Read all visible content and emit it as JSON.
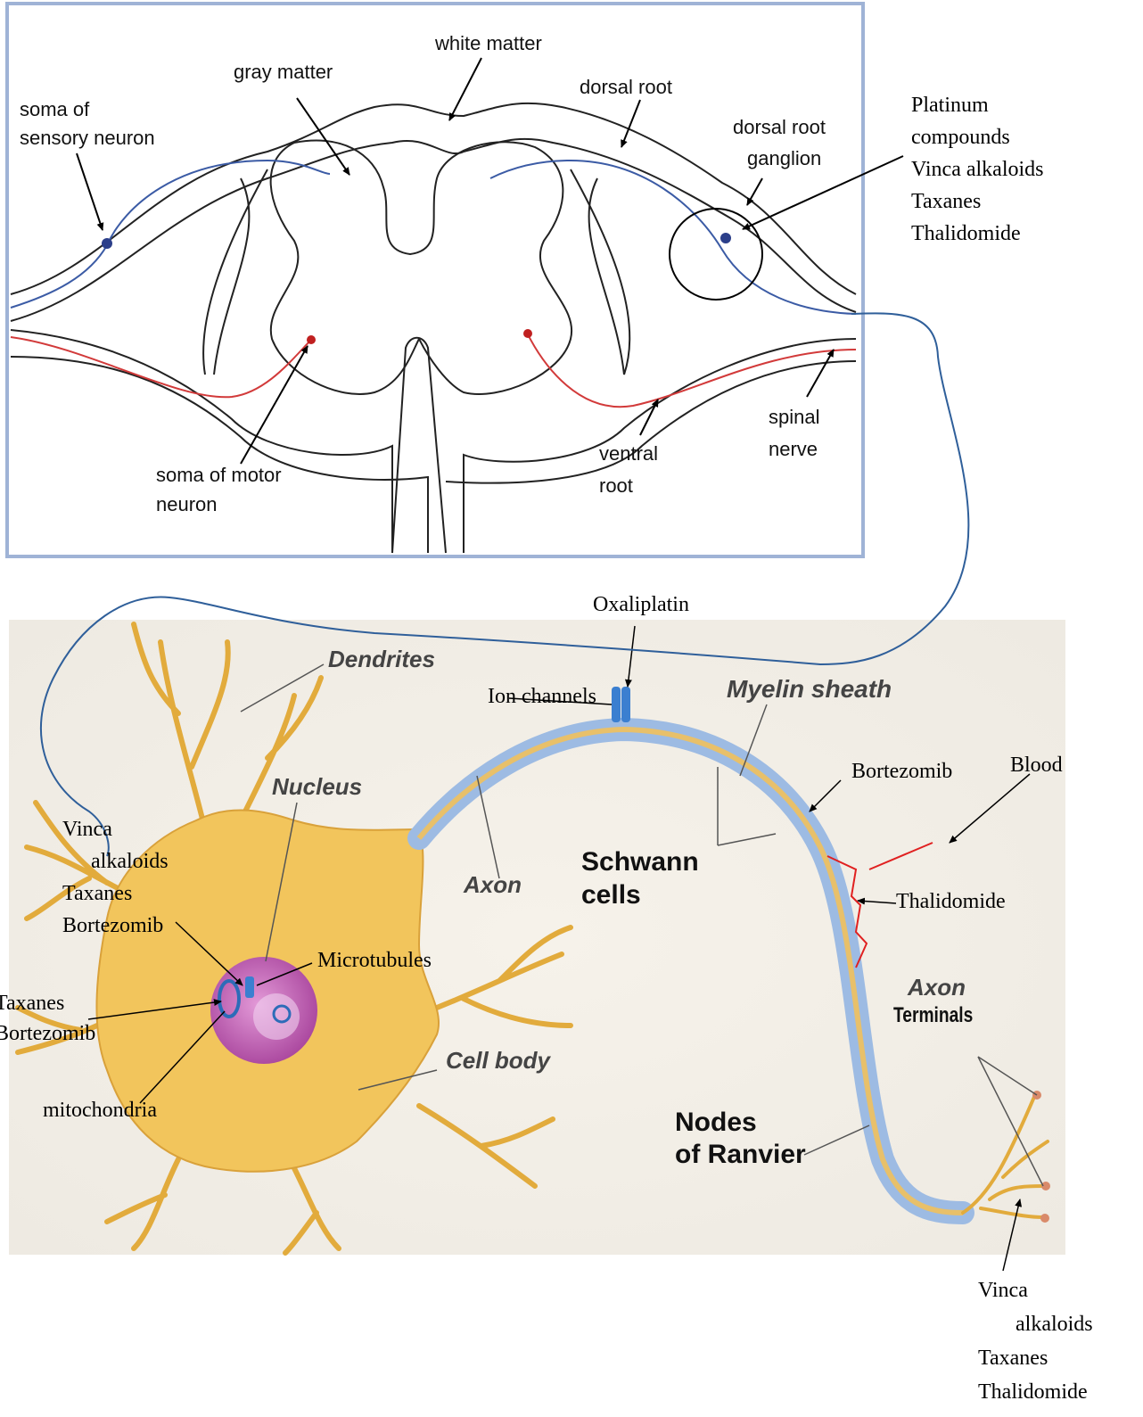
{
  "spinal_cord": {
    "labels": {
      "white_matter": "white matter",
      "gray_matter": "gray matter",
      "dorsal_root": "dorsal root",
      "soma_sensory_1": "soma of",
      "soma_sensory_2": "sensory neuron",
      "dorsal_root_ganglion_1": "dorsal root",
      "dorsal_root_ganglion_2": "ganglion",
      "spinal_nerve_1": "spinal",
      "spinal_nerve_2": "nerve",
      "ventral_root_1": "ventral",
      "ventral_root_2": "root",
      "soma_motor_1": "soma of motor",
      "soma_motor_2": "neuron"
    }
  },
  "neuron": {
    "labels": {
      "dendrites": "Dendrites",
      "myelin_sheath": "Myelin sheath",
      "nucleus": "Nucleus",
      "axon": "Axon",
      "schwann_1": "Schwann",
      "schwann_2": "cells",
      "cell_body": "Cell body",
      "nodes_1": "Nodes",
      "nodes_2": "of Ranvier",
      "axon_terminals_1": "Axon",
      "axon_terminals_2": "Terminals"
    }
  },
  "drug_annotations": {
    "drg_drugs": [
      "Platinum",
      "compounds",
      "Vinca alkaloids",
      "Taxanes",
      "Thalidomide"
    ],
    "oxaliplatin": "Oxaliplatin",
    "ion_channels": "Ion channels",
    "bortezomib_myelin": "Bortezomib",
    "blood": "Blood",
    "thalidomide_vessel": "Thalidomide",
    "microtubule_drugs": [
      "Vinca",
      "alkaloids",
      "Taxanes",
      "Bortezomib"
    ],
    "microtubules": "Microtubules",
    "mito_drugs": [
      "Taxanes",
      "Bortezomib"
    ],
    "mitochondria": "mitochondria",
    "terminal_drugs": [
      "Vinca",
      "alkaloids",
      "Taxanes",
      "Thalidomide"
    ]
  },
  "colors": {
    "frame_border": "#9fb3d6",
    "sensory_neuron": "#3b5ba5",
    "motor_neuron": "#d23a3a",
    "cell_body": "#f2c55c",
    "nucleus": "#c25ab0",
    "myelin": "#9dbbe3",
    "vessel": "#e02020",
    "connector": "#2f5f9a"
  }
}
